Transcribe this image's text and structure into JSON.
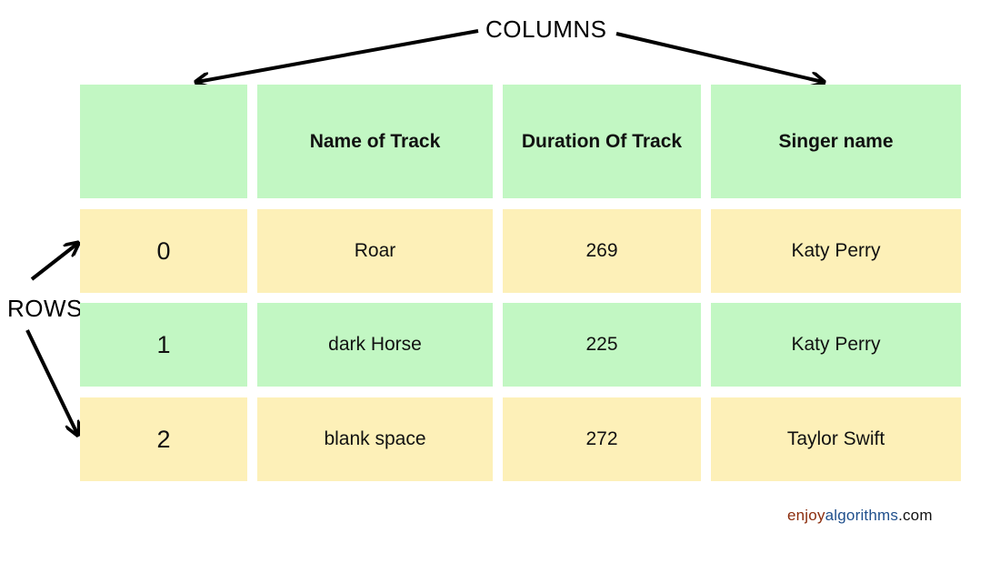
{
  "annotations": {
    "columns_label": "COLUMNS",
    "rows_label": "ROWS"
  },
  "table": {
    "headers": [
      "",
      "Name of Track",
      "Duration Of Track",
      "Singer name"
    ],
    "rows": [
      [
        "0",
        "Roar",
        "269",
        "Katy Perry"
      ],
      [
        "1",
        "dark Horse",
        "225",
        "Katy Perry"
      ],
      [
        "2",
        "blank space",
        "272",
        "Taylor Swift"
      ]
    ]
  },
  "colors": {
    "header_fill": "#c2f7c3",
    "row_even_fill": "#fdf0b8",
    "row_odd_fill": "#c2f7c3"
  },
  "branding": {
    "part1": "enjoy",
    "part2": "algorithms",
    "part3": ".com"
  }
}
